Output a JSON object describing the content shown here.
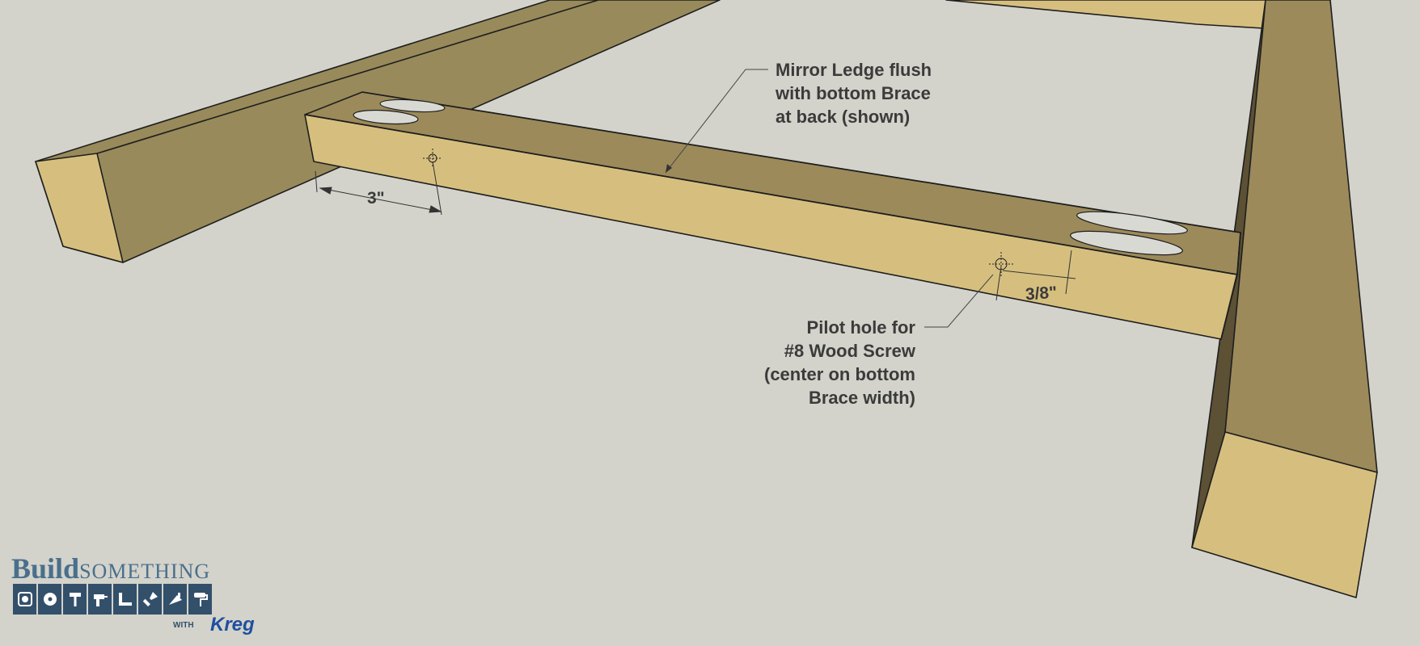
{
  "callouts": {
    "mirror_ledge": {
      "lines": [
        "Mirror Ledge flush",
        "with bottom Brace",
        "at back (shown)"
      ]
    },
    "pilot_hole": {
      "lines": [
        "Pilot hole for",
        "#8 Wood Screw",
        "(center on bottom",
        "Brace width)"
      ]
    }
  },
  "dimensions": {
    "end_offset": "3\"",
    "edge_offset": "3/8\""
  },
  "logo": {
    "word_build": "Build",
    "word_something": "SOMETHING",
    "word_with": "WITH",
    "word_kreg": "Kreg",
    "tool_icons": [
      "tape-measure-icon",
      "saw-blade-icon",
      "hammer-icon",
      "drill-icon",
      "square-icon",
      "paint-brush-icon",
      "trowel-icon",
      "paint-roller-icon"
    ]
  },
  "colors": {
    "background": "#d3d3cb",
    "wood_face": "#d6bf7e",
    "wood_shade": "#9c8a5b",
    "wood_dark": "#6b5d3a",
    "outline": "#1e1e1e",
    "label_text": "#3b3b3b",
    "logo_blue": "#33506b"
  }
}
